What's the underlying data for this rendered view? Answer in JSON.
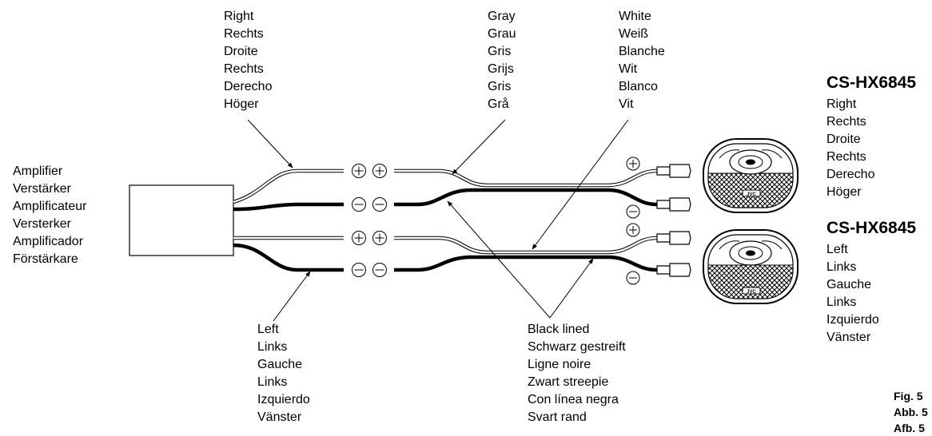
{
  "amplifier_labels": [
    "Amplifier",
    "Verstärker",
    "Amplificateur",
    "Versterker",
    "Amplificador",
    "Förstärkare"
  ],
  "right_labels": [
    "Right",
    "Rechts",
    "Droite",
    "Rechts",
    "Derecho",
    "Höger"
  ],
  "gray_labels": [
    "Gray",
    "Grau",
    "Gris",
    "Grijs",
    "Gris",
    "Grå"
  ],
  "white_labels": [
    "White",
    "Weiß",
    "Blanche",
    "Wit",
    "Blanco",
    "Vit"
  ],
  "left_labels": [
    "Left",
    "Links",
    "Gauche",
    "Links",
    "Izquierdo",
    "Vänster"
  ],
  "black_lined_labels": [
    "Black lined",
    "Schwarz gestreift",
    "Ligne noire",
    "Zwart streepie",
    "Con línea negra",
    "Svart rand"
  ],
  "speaker_right": {
    "model": "CS-HX6845",
    "labels": [
      "Right",
      "Rechts",
      "Droite",
      "Rechts",
      "Derecho",
      "Höger"
    ]
  },
  "speaker_left": {
    "model": "CS-HX6845",
    "labels": [
      "Left",
      "Links",
      "Gauche",
      "Links",
      "Izquierdo",
      "Vänster"
    ]
  },
  "fig_labels": [
    "Fig. 5",
    "Abb. 5",
    "Afb. 5"
  ],
  "symbols": {
    "plus": "+",
    "minus": "−"
  },
  "brand": "JVC"
}
